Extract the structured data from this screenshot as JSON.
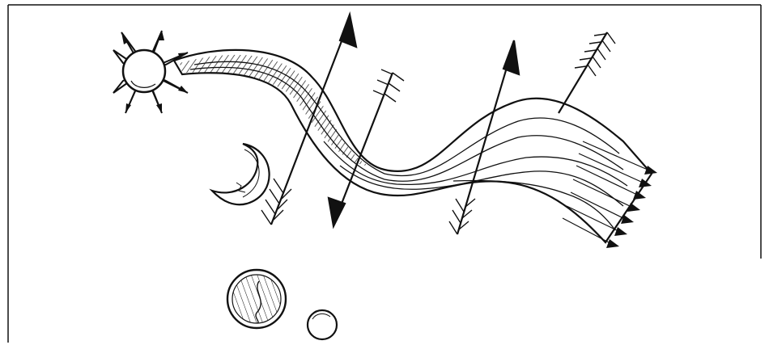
{
  "illustration": {
    "ink_color": "#111111",
    "paper_color": "#ffffff",
    "elements": [
      {
        "name": "sun",
        "icon": "sun-icon"
      },
      {
        "name": "crescent-moon",
        "icon": "crescent-moon-icon"
      },
      {
        "name": "stream",
        "icon": "wavy-band-icon"
      },
      {
        "name": "arrows",
        "icon": "arrow-icon",
        "count": 5
      },
      {
        "name": "planet-large",
        "icon": "hatched-planet-icon"
      },
      {
        "name": "planet-small",
        "icon": "small-planet-icon"
      }
    ]
  }
}
